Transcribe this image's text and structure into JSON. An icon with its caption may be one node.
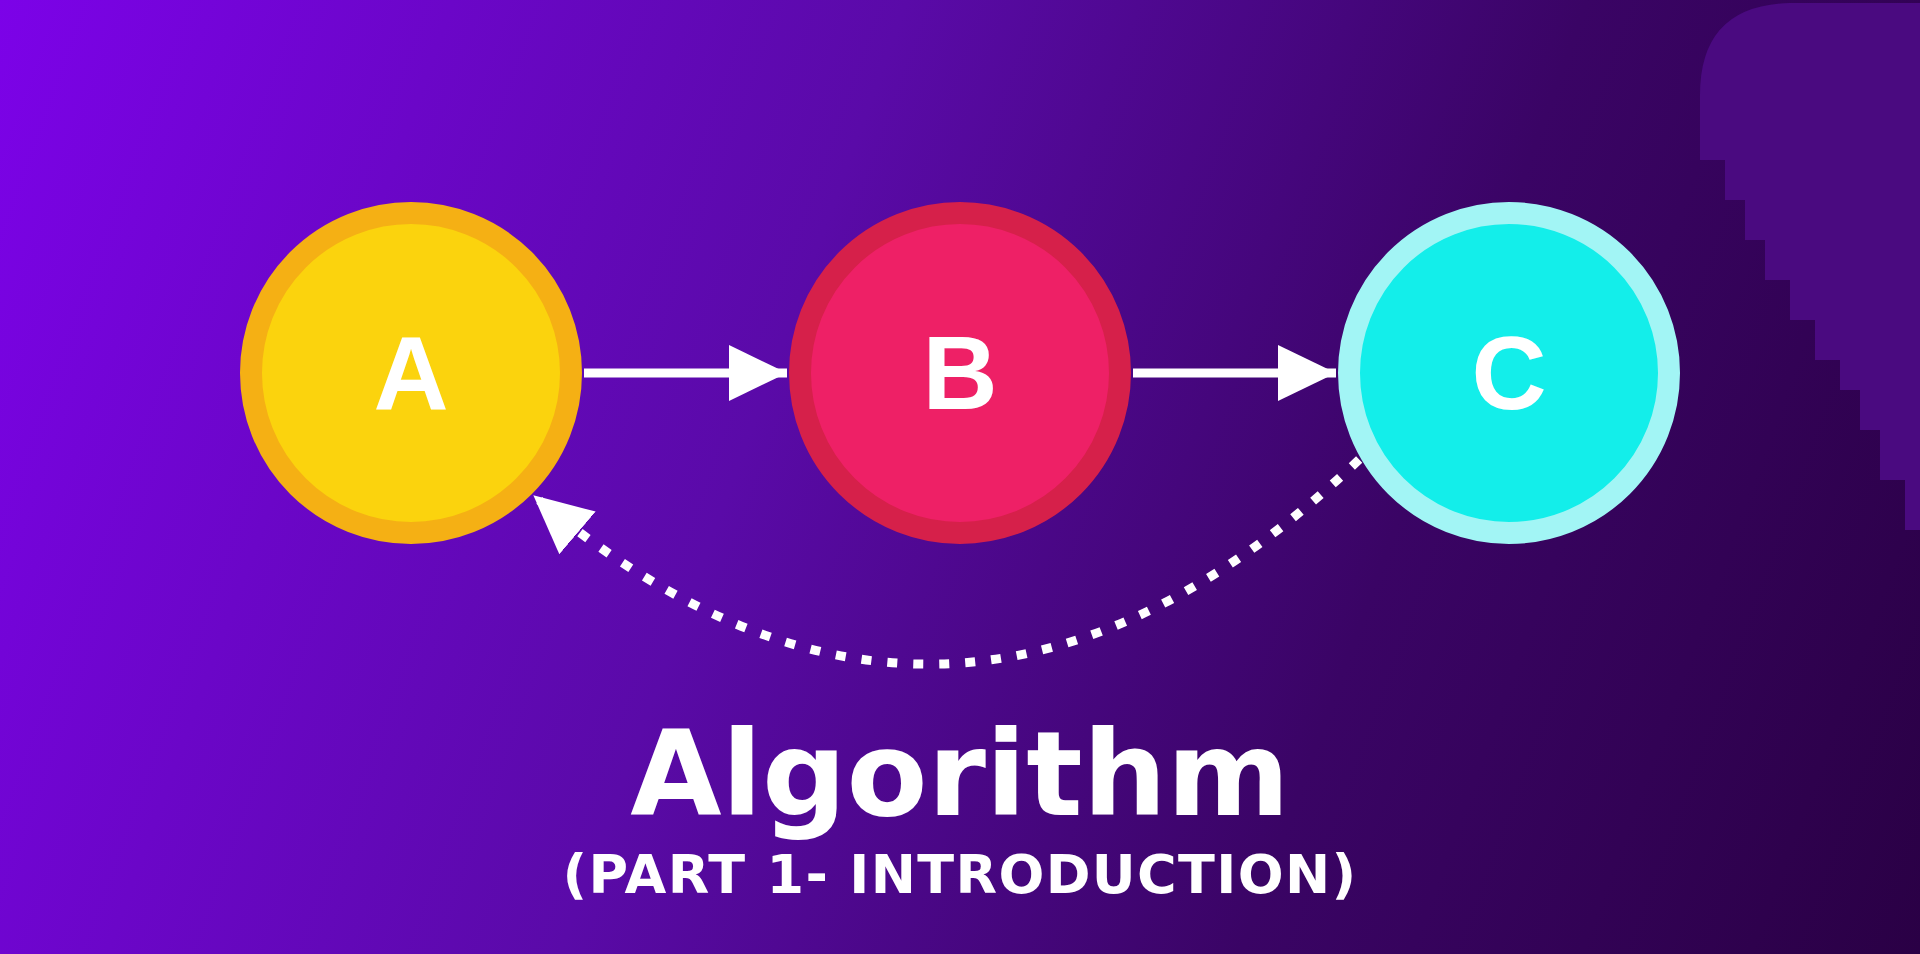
{
  "diagram": {
    "title": "Algorithm",
    "caption": "(PART 1- INTRODUCTION)",
    "nodes": [
      {
        "text": [
          "A"
        ]
      },
      {
        "text": [
          "B"
        ]
      },
      {
        "text": [
          "C"
        ]
      }
    ],
    "edges": [
      {
        "from": 0,
        "to": 1,
        "arrow": "to"
      },
      {
        "from": 1,
        "to": 2,
        "arrow": "to"
      },
      {
        "from": 2,
        "to": 0,
        "arrow": "to",
        "style": "dashed"
      }
    ]
  }
}
